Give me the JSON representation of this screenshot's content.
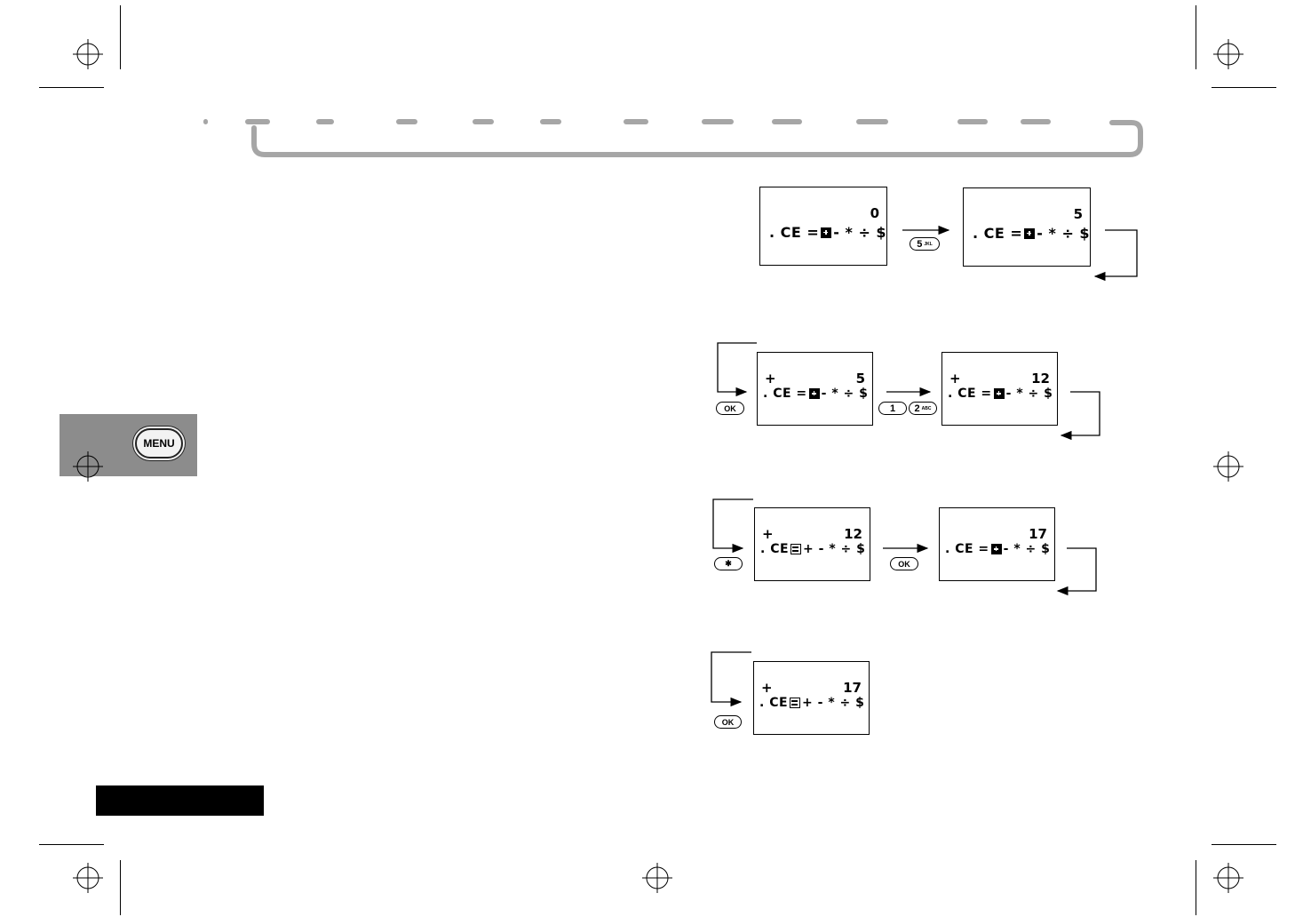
{
  "left_panel": {
    "menu_key": "MENU"
  },
  "screens": [
    {
      "id": "s1",
      "sign": "",
      "value": "0",
      "operators": ". CE =",
      "active_op": "plus-box",
      "tail": "- * ÷ $"
    },
    {
      "id": "s2",
      "sign": "",
      "value": "5",
      "operators": ". CE =",
      "active_op": "plus-box",
      "tail": "- * ÷ $"
    },
    {
      "id": "s3",
      "sign": "+",
      "value": "5",
      "operators": ". CE =",
      "active_op": "plus-box",
      "tail": "- * ÷ $"
    },
    {
      "id": "s4",
      "sign": "+",
      "value": "12",
      "operators": ". CE =",
      "active_op": "plus-box",
      "tail": "- * ÷ $"
    },
    {
      "id": "s5",
      "sign": "+",
      "value": "12",
      "operators": ". CE",
      "active_op": "equals-box",
      "tail": "+ - * ÷ $"
    },
    {
      "id": "s6",
      "sign": "",
      "value": "17",
      "operators": ". CE =",
      "active_op": "plus-box",
      "tail": "- * ÷ $"
    },
    {
      "id": "s7",
      "sign": "+",
      "value": "17",
      "operators": ". CE",
      "active_op": "equals-box",
      "tail": "+ - * ÷ $"
    }
  ],
  "keys": {
    "five": {
      "digit": "5",
      "letters": "JKL"
    },
    "one": {
      "digit": "1"
    },
    "two": {
      "digit": "2",
      "letters": "ABC"
    },
    "ok": "OK",
    "star": "✱"
  }
}
